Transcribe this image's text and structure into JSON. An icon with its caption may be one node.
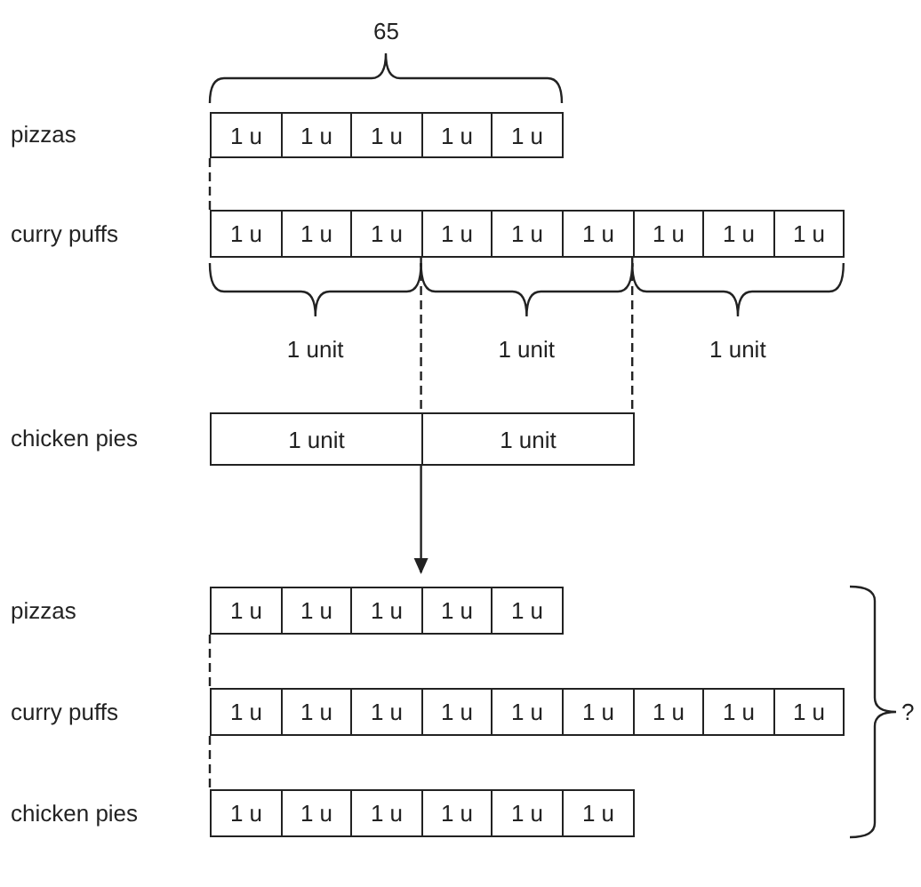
{
  "diagram": {
    "nodes": [
      {
        "text": [
          "1 u"
        ]
      },
      {
        "text": [
          "1 u"
        ]
      },
      {
        "text": [
          "1 u"
        ]
      },
      {
        "text": [
          "1 u"
        ]
      },
      {
        "text": [
          "1 u"
        ]
      },
      {
        "text": [
          "1 u"
        ]
      },
      {
        "text": [
          "1 u"
        ]
      },
      {
        "text": [
          "1 u"
        ]
      },
      {
        "text": [
          "1 u"
        ]
      },
      {
        "text": [
          "1 u"
        ]
      },
      {
        "text": [
          "1 u"
        ]
      },
      {
        "text": [
          "1 u"
        ]
      },
      {
        "text": [
          "1 u"
        ]
      },
      {
        "text": [
          "1 u"
        ]
      },
      {
        "text": [
          "1 unit"
        ]
      },
      {
        "text": [
          "1 unit"
        ]
      },
      {
        "text": [
          "1 u"
        ]
      },
      {
        "text": [
          "1 u"
        ]
      },
      {
        "text": [
          "1 u"
        ]
      },
      {
        "text": [
          "1 u"
        ]
      },
      {
        "text": [
          "1 u"
        ]
      },
      {
        "text": [
          "1 u"
        ]
      },
      {
        "text": [
          "1 u"
        ]
      },
      {
        "text": [
          "1 u"
        ]
      },
      {
        "text": [
          "1 u"
        ]
      },
      {
        "text": [
          "1 u"
        ]
      },
      {
        "text": [
          "1 u"
        ]
      },
      {
        "text": [
          "1 u"
        ]
      },
      {
        "text": [
          "1 u"
        ]
      },
      {
        "text": [
          "1 u"
        ]
      },
      {
        "text": [
          "1 u"
        ]
      },
      {
        "text": [
          "1 u"
        ]
      },
      {
        "text": [
          "1 u"
        ]
      },
      {
        "text": [
          "1 u"
        ]
      },
      {
        "text": [
          "1 u"
        ]
      },
      {
        "text": [
          "1 u"
        ]
      }
    ],
    "edges": [
      {
        "from": 0,
        "to": 5,
        "arrow": "none",
        "style": "dashed"
      },
      {
        "from": 7,
        "to": 14,
        "arrow": "none",
        "style": "dashed"
      },
      {
        "from": 10,
        "to": 15,
        "arrow": "none",
        "style": "dashed"
      },
      {
        "from": 14,
        "to": 19,
        "arrow": "to"
      },
      {
        "from": 16,
        "to": 21,
        "arrow": "none",
        "style": "dashed"
      },
      {
        "from": 21,
        "to": 30,
        "arrow": "none",
        "style": "dashed"
      }
    ],
    "labels": [
      "65",
      "pizzas",
      "curry puffs",
      "1 unit",
      "1 unit",
      "1 unit",
      "chicken pies",
      "pizzas",
      "curry puffs",
      "chicken pies",
      "?"
    ]
  }
}
